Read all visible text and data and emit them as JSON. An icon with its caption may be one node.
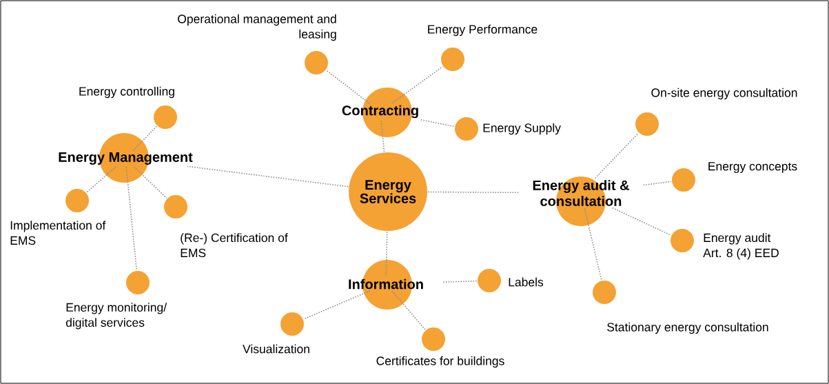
{
  "diagram": {
    "nodes": [
      {
        "text": [
          "Energy Services"
        ]
      },
      {
        "text": [
          "Contracting"
        ]
      },
      {
        "text": [
          "Energy Management"
        ]
      },
      {
        "text": [
          "Energy audit & consultation"
        ]
      },
      {
        "text": [
          "Information"
        ]
      },
      {
        "text": [],
        "shape": "circle",
        "beside": [
          "Operational management and leasing"
        ]
      },
      {
        "text": [],
        "shape": "circle",
        "beside": [
          "Energy Performance"
        ]
      },
      {
        "text": [],
        "shape": "circle",
        "beside": [
          "Energy Supply"
        ]
      },
      {
        "text": [],
        "shape": "circle",
        "beside": [
          "Energy controlling"
        ]
      },
      {
        "text": [],
        "shape": "circle",
        "beside": [
          "Implementation of EMS"
        ]
      },
      {
        "text": [],
        "shape": "circle",
        "beside": [
          "(Re-) Certification of EMS"
        ]
      },
      {
        "text": [],
        "shape": "circle",
        "beside": [
          "Energy monitoring/ digital services"
        ]
      },
      {
        "text": [],
        "shape": "circle",
        "beside": [
          "On-site energy consultation"
        ]
      },
      {
        "text": [],
        "shape": "circle",
        "beside": [
          "Energy concepts"
        ]
      },
      {
        "text": [],
        "shape": "circle",
        "beside": [
          "Energy audit Art. 8 (4) EED"
        ]
      },
      {
        "text": [],
        "shape": "circle",
        "beside": [
          "Stationary energy consultation"
        ]
      },
      {
        "text": [],
        "shape": "circle",
        "beside": [
          "Labels"
        ]
      },
      {
        "text": [],
        "shape": "circle",
        "beside": [
          "Visualization"
        ]
      },
      {
        "text": [],
        "shape": "circle",
        "beside": [
          "Certificates for buildings"
        ]
      }
    ],
    "edges": [
      {
        "from": 0,
        "to": 1,
        "arrow": "none"
      },
      {
        "from": 0,
        "to": 2,
        "arrow": "none"
      },
      {
        "from": 0,
        "to": 3,
        "arrow": "none"
      },
      {
        "from": 0,
        "to": 4,
        "arrow": "none"
      },
      {
        "from": 1,
        "to": 5,
        "arrow": "none"
      },
      {
        "from": 1,
        "to": 6,
        "arrow": "none"
      },
      {
        "from": 1,
        "to": 7,
        "arrow": "none"
      },
      {
        "from": 2,
        "to": 8,
        "arrow": "none"
      },
      {
        "from": 2,
        "to": 9,
        "arrow": "none"
      },
      {
        "from": 2,
        "to": 10,
        "arrow": "none"
      },
      {
        "from": 2,
        "to": 11,
        "arrow": "none"
      },
      {
        "from": 3,
        "to": 12,
        "arrow": "none"
      },
      {
        "from": 3,
        "to": 13,
        "arrow": "none"
      },
      {
        "from": 3,
        "to": 14,
        "arrow": "none"
      },
      {
        "from": 3,
        "to": 15,
        "arrow": "none"
      },
      {
        "from": 4,
        "to": 16,
        "arrow": "none"
      },
      {
        "from": 4,
        "to": 17,
        "arrow": "none"
      },
      {
        "from": 4,
        "to": 18,
        "arrow": "none"
      }
    ]
  }
}
